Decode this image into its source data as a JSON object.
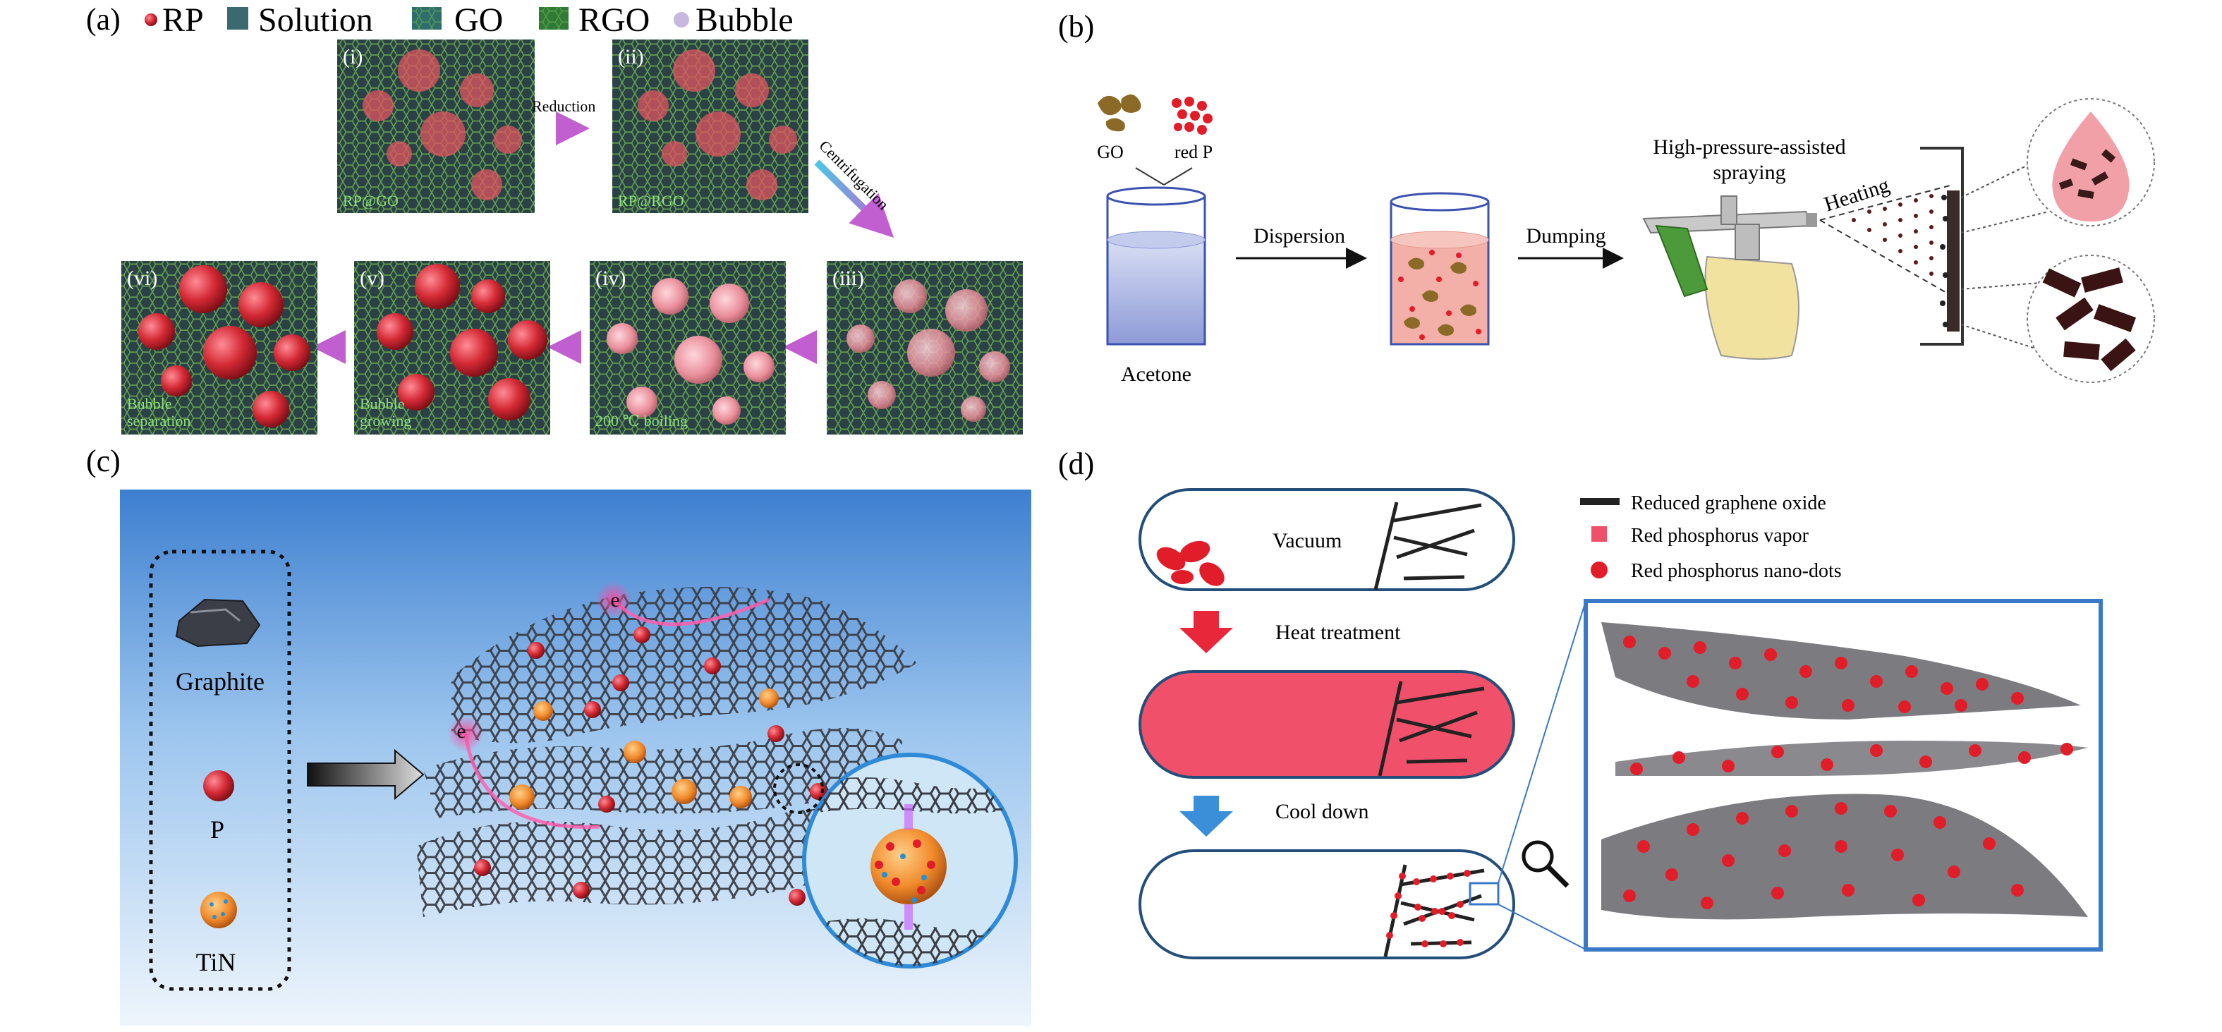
{
  "panels": {
    "a": {
      "label": "(a)",
      "legend": [
        {
          "name": "RP",
          "color": "#d42a35"
        },
        {
          "name": "Solution",
          "color": "#3a6a70"
        },
        {
          "name": "GO",
          "color": "#2e6e6a"
        },
        {
          "name": "RGO",
          "color": "#2f7a35"
        },
        {
          "name": "Bubble",
          "color": "#c6b8e0"
        }
      ],
      "steps": [
        {
          "num": "(i)",
          "caption": "RP@GO"
        },
        {
          "num": "(ii)",
          "caption": "RP@RGO"
        },
        {
          "num": "(iii)",
          "caption": ""
        },
        {
          "num": "(iv)",
          "caption": "200 ℃ boiling"
        },
        {
          "num": "(v)",
          "caption_line1": "Bubble",
          "caption_line2": "growing"
        },
        {
          "num": "(vi)",
          "caption_line1": "Bubble",
          "caption_line2": "separation"
        }
      ],
      "arrow_reduction": "Reduction",
      "arrow_centrifugation": "Centrifugation"
    },
    "b": {
      "label": "(b)",
      "go": "GO",
      "red_p": "red P",
      "acetone": "Acetone",
      "dispersion": "Dispersion",
      "dumping": "Dumping",
      "spraying_line1": "High-pressure-assisted",
      "spraying_line2": "spraying",
      "heating": "Heating"
    },
    "c": {
      "label": "(c)",
      "graphite": "Graphite",
      "p": "P",
      "tin": "TiN",
      "electron": "e"
    },
    "d": {
      "label": "(d)",
      "vacuum": "Vacuum",
      "heat_treatment": "Heat treatment",
      "cool_down": "Cool down",
      "legend": [
        {
          "name": "Reduced graphene oxide",
          "color": "#222222"
        },
        {
          "name": "Red phosphorus vapor",
          "color": "#f0506a"
        },
        {
          "name": "Red phosphorus nano-dots",
          "color": "#e11d2a"
        }
      ]
    }
  },
  "colors": {
    "rp_red": "#d42a35",
    "graphene_green": "#5fa14a",
    "panel_dark": "#1f3d40",
    "arrow_purple": "#c25fd0",
    "arrow_cyan": "#4cc6e6",
    "sky_top": "#3d7fd0",
    "sky_bottom": "#eef5fc",
    "flow_red": "#e8283a",
    "flow_blue": "#3a8fd8",
    "vapor_pink": "#f0506a",
    "inset_blue": "#3a78c8"
  }
}
